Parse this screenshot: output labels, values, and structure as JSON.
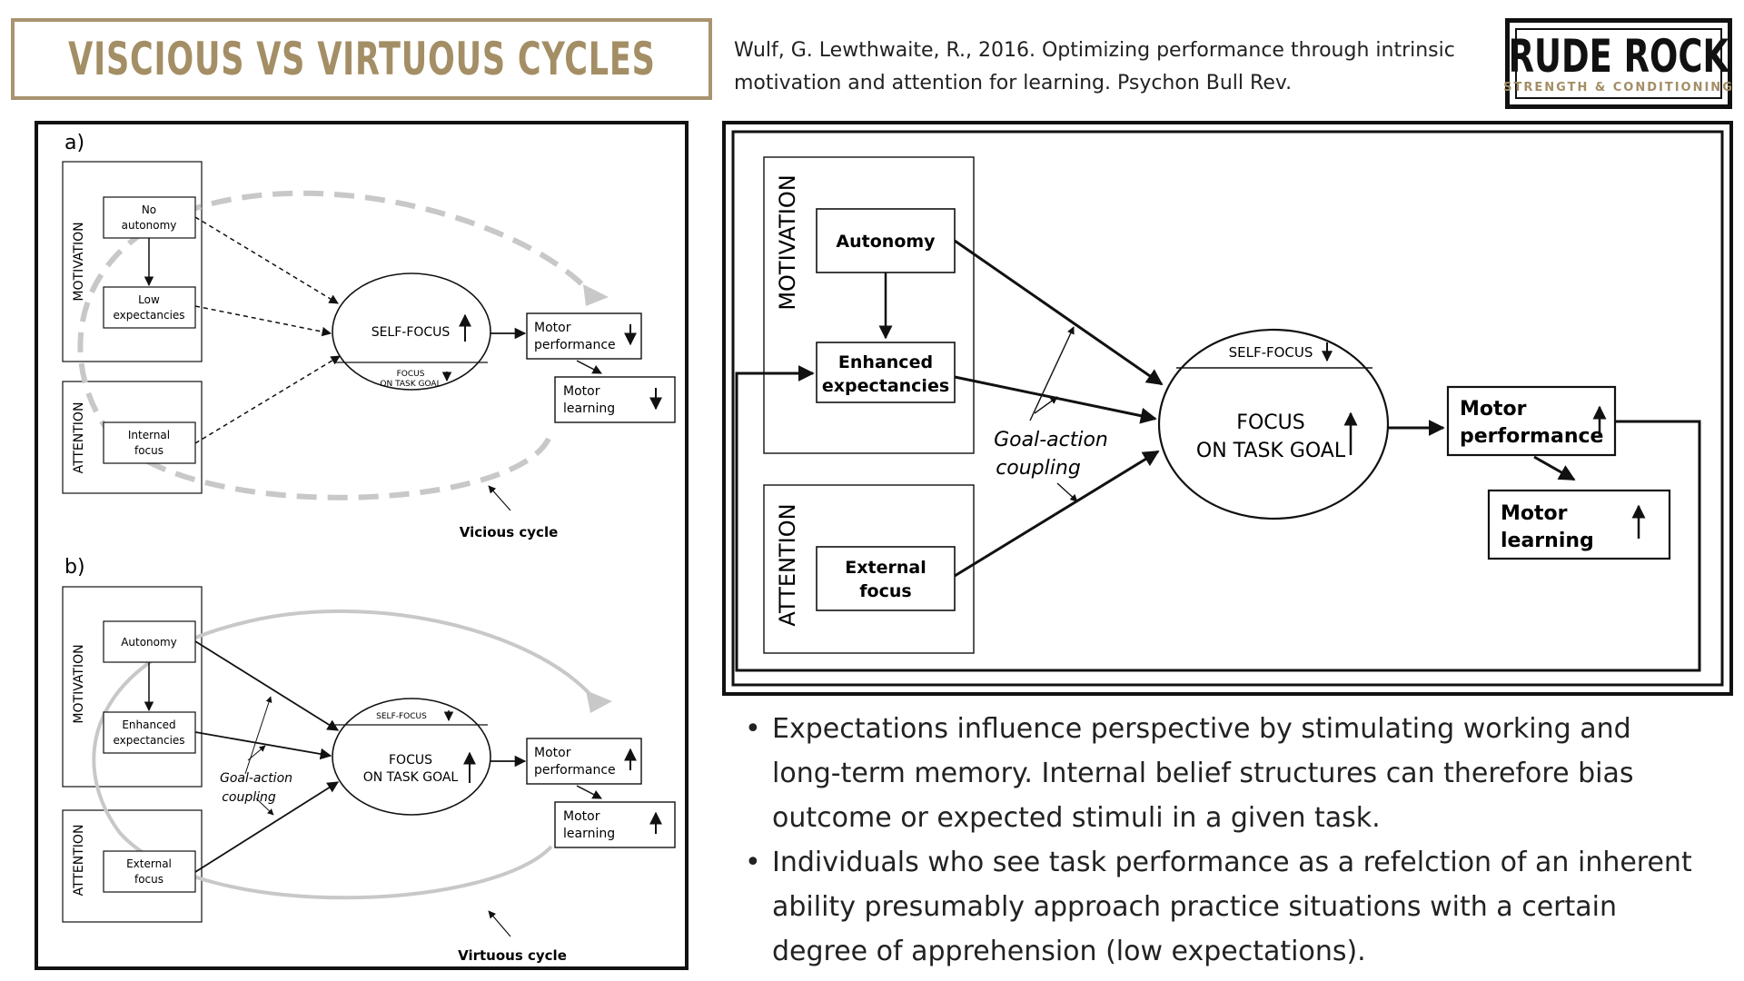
{
  "header": {
    "title": "VISCIOUS VS VIRTUOUS CYCLES",
    "citation_lines": [
      "Wulf, G. Lewthwaite, R., 2016. Optimizing performance through intrinsic",
      "motivation and attention for learning. Psychon Bull Rev."
    ],
    "logo": {
      "main": "RUDE ROCK",
      "sub": "STRENGTH & CONDITIONING"
    }
  },
  "diagram_a": {
    "panel_label": "a)",
    "motivation_label": "MOTIVATION",
    "attention_label": "ATTENTION",
    "box1": [
      "No",
      "autonomy"
    ],
    "box2": [
      "Low",
      "expectancies"
    ],
    "box3": [
      "Internal",
      "focus"
    ],
    "ellipse_main": "SELF-FOCUS",
    "ellipse_sub": [
      "FOCUS",
      "ON TASK GOAL"
    ],
    "perf": [
      "Motor",
      "performance"
    ],
    "learn": [
      "Motor",
      "learning"
    ],
    "cycle_label": "Vicious cycle"
  },
  "diagram_b": {
    "panel_label": "b)",
    "motivation_label": "MOTIVATION",
    "attention_label": "ATTENTION",
    "box1": [
      "Autonomy"
    ],
    "box2": [
      "Enhanced",
      "expectancies"
    ],
    "box3": [
      "External",
      "focus"
    ],
    "ellipse_top": "SELF-FOCUS",
    "ellipse_main": [
      "FOCUS",
      "ON TASK GOAL"
    ],
    "coupling": [
      "Goal-action",
      "coupling"
    ],
    "perf": [
      "Motor",
      "performance"
    ],
    "learn": [
      "Motor",
      "learning"
    ],
    "cycle_label": "Virtuous cycle"
  },
  "diagram_c": {
    "motivation_label": "MOTIVATION",
    "attention_label": "ATTENTION",
    "box1": [
      "Autonomy"
    ],
    "box2": [
      "Enhanced",
      "expectancies"
    ],
    "box3": [
      "External",
      "focus"
    ],
    "ellipse_top": "SELF-FOCUS",
    "ellipse_main": [
      "FOCUS",
      "ON TASK GOAL"
    ],
    "coupling": [
      "Goal-action",
      "coupling"
    ],
    "perf": [
      "Motor",
      "performance"
    ],
    "learn": [
      "Motor",
      "learning"
    ]
  },
  "bullets": [
    {
      "lines": [
        "Expectations influence perspective by stimulating working and",
        "long-term memory. Internal belief structures can therefore bias",
        "outcome or expected stimuli in a given task."
      ]
    },
    {
      "lines": [
        "Individuals who see task performance as a refelction of an inherent",
        "ability presumably approach practice situations with a certain",
        "degree of apprehension (low expectations)."
      ]
    }
  ],
  "colors": {
    "accent": "#a48e65",
    "ink": "#111111",
    "cycle_grey": "#c8c8c8"
  },
  "icons": {
    "increase": "up-arrow-icon",
    "decrease": "down-arrow-icon"
  }
}
